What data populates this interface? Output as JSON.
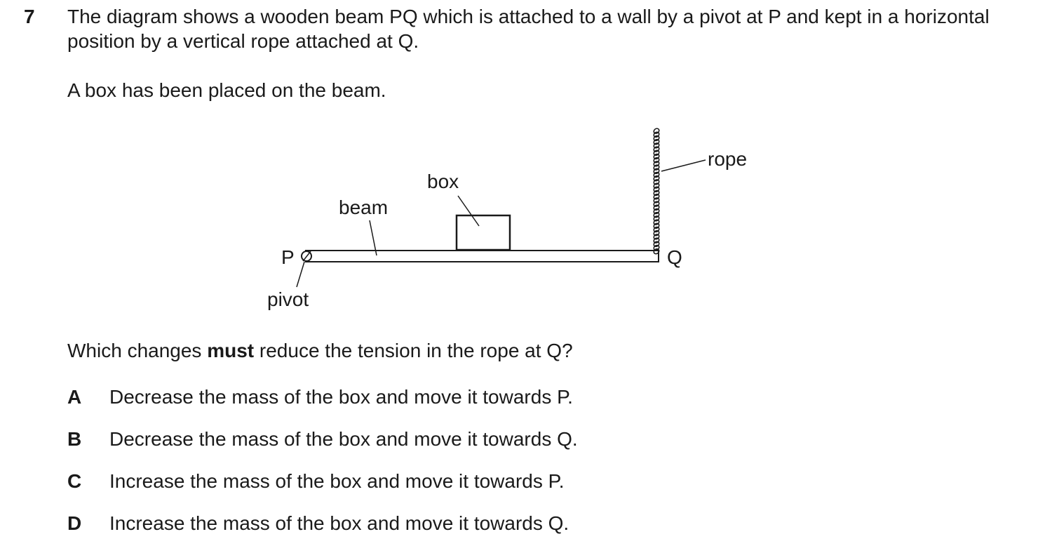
{
  "question": {
    "number": "7",
    "stem": "The diagram shows a wooden beam PQ which is attached to a wall by a pivot at P and kept in a horizontal position by a vertical rope attached at Q.",
    "context": "A box has been placed on the beam.",
    "prompt_before": "Which changes ",
    "prompt_bold": "must",
    "prompt_after": " reduce the tension in the rope at Q?"
  },
  "diagram": {
    "labels": {
      "rope": "rope",
      "box": "box",
      "beam": "beam",
      "p": "P",
      "q": "Q",
      "pivot": "pivot"
    }
  },
  "options": [
    {
      "letter": "A",
      "text": "Decrease the mass of the box and move it towards P."
    },
    {
      "letter": "B",
      "text": "Decrease the mass of the box and move it towards Q."
    },
    {
      "letter": "C",
      "text": "Increase the mass of the box and move it towards P."
    },
    {
      "letter": "D",
      "text": "Increase the mass of the box and move it towards Q."
    }
  ]
}
